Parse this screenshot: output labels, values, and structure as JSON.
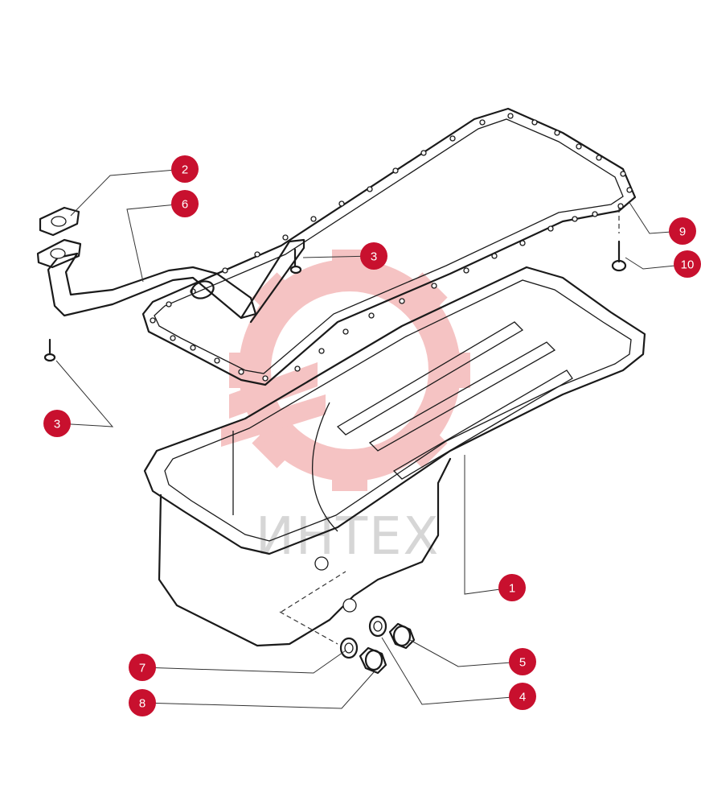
{
  "watermark": {
    "text": "ИНТЕХ",
    "gear_color": "#f4b9b9"
  },
  "callouts": {
    "accent_color": "#c8102e",
    "items": [
      {
        "label": "1"
      },
      {
        "label": "2"
      },
      {
        "label": "3"
      },
      {
        "label": "3"
      },
      {
        "label": "4"
      },
      {
        "label": "5"
      },
      {
        "label": "6"
      },
      {
        "label": "7"
      },
      {
        "label": "8"
      },
      {
        "label": "9"
      },
      {
        "label": "10"
      }
    ]
  }
}
